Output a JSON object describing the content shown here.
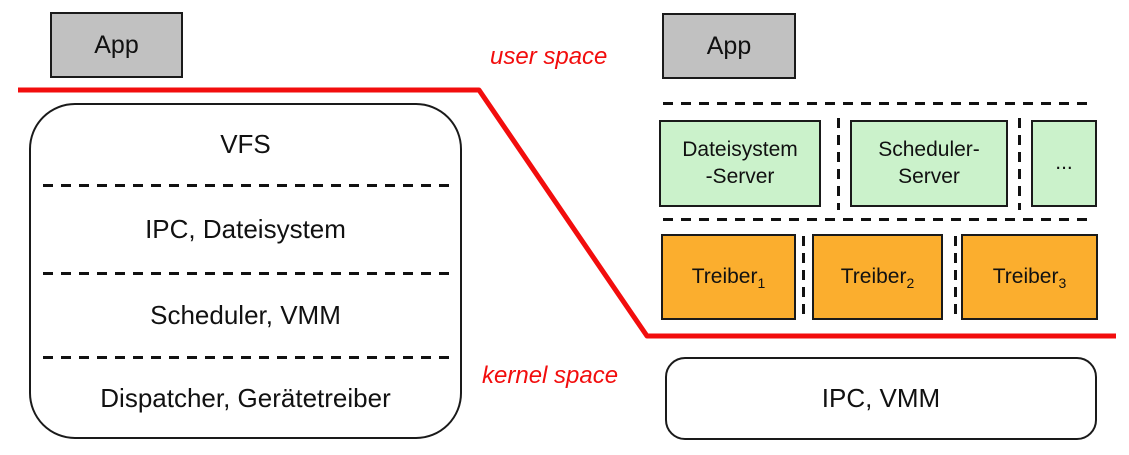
{
  "colors": {
    "red": "#f20d0d",
    "app_gray": "#c1c1c1",
    "server_green": "#cbf2cb",
    "driver_orange": "#fbae2e"
  },
  "labels": {
    "user_space": "user space",
    "kernel_space": "kernel space"
  },
  "monolithic": {
    "app_label": "App",
    "layers": [
      "VFS",
      "IPC, Dateisystem",
      "Scheduler, VMM",
      "Dispatcher, Gerätetreiber"
    ]
  },
  "microkernel": {
    "app_label": "App",
    "servers": [
      {
        "line1": "Dateisystem",
        "line2": "-Server"
      },
      {
        "line1": "Scheduler-",
        "line2": "Server"
      },
      {
        "line1": "...",
        "line2": ""
      }
    ],
    "drivers": [
      {
        "base": "Treiber",
        "sub": "1"
      },
      {
        "base": "Treiber",
        "sub": "2"
      },
      {
        "base": "Treiber",
        "sub": "3"
      }
    ],
    "kernel_label": "IPC, VMM"
  }
}
